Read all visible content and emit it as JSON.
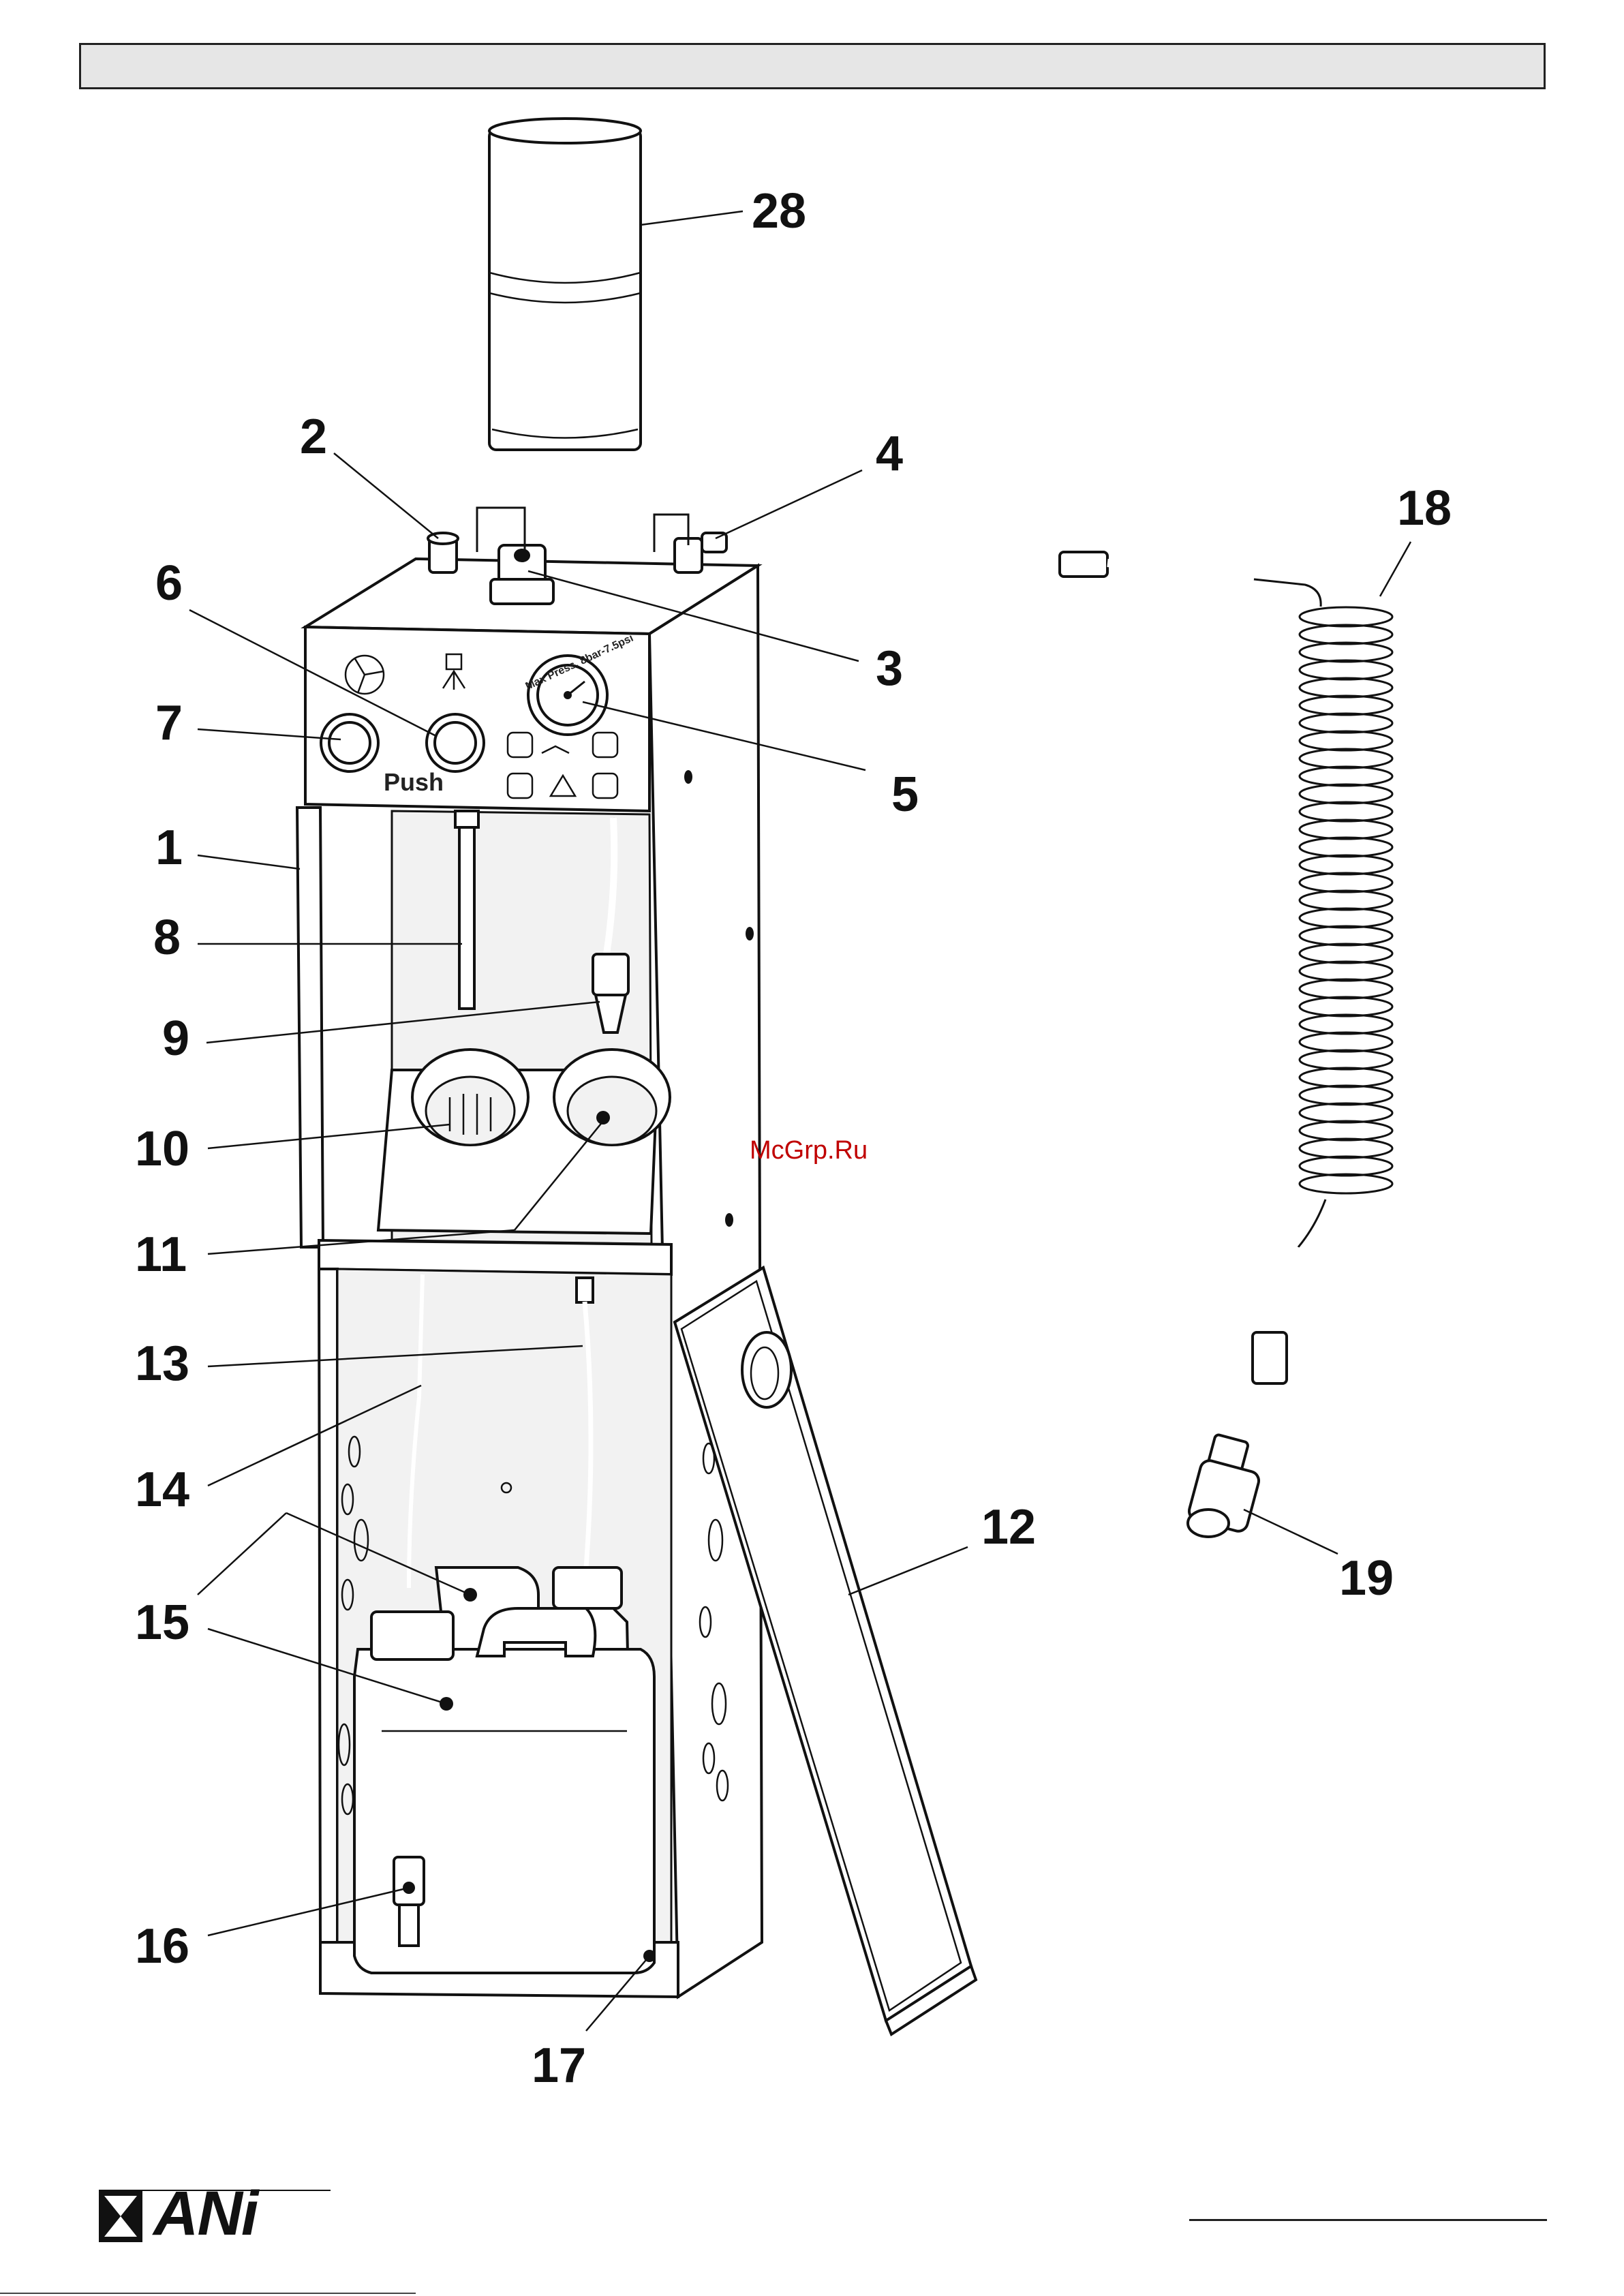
{
  "header": {
    "title": ""
  },
  "watermark": "McGrp.Ru",
  "panel_labels": {
    "push": "Push",
    "gauge": "Max Press. 8bar-7.5psi"
  },
  "callouts": [
    "28",
    "2",
    "4",
    "18",
    "6",
    "3",
    "7",
    "5",
    "1",
    "8",
    "9",
    "10",
    "11",
    "13",
    "14",
    "12",
    "15",
    "19",
    "16",
    "17"
  ],
  "logo": {
    "text": "ANi"
  },
  "colors": {
    "ink": "#111111",
    "watermark": "#c00000",
    "header_bar": "#e6e6e6"
  }
}
